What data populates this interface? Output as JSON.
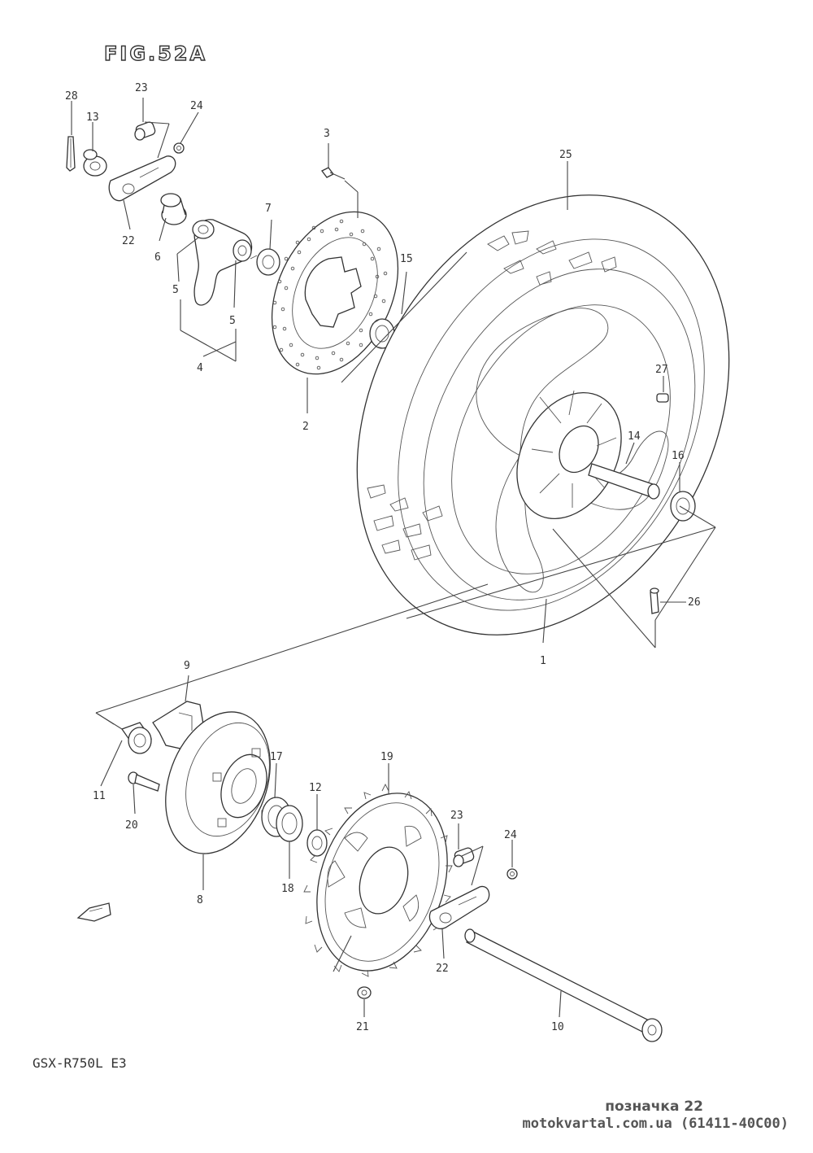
{
  "figure": {
    "title": "FIG.52A",
    "model_label": "GSX-R750L E3"
  },
  "footer": {
    "line1": "позначка 22",
    "line2": "motokvartal.com.ua (61411-40C00)"
  },
  "callouts": [
    {
      "id": "c28",
      "label": "28"
    },
    {
      "id": "c13",
      "label": "13"
    },
    {
      "id": "c23a",
      "label": "23"
    },
    {
      "id": "c24a",
      "label": "24"
    },
    {
      "id": "c22a",
      "label": "22"
    },
    {
      "id": "c6",
      "label": "6"
    },
    {
      "id": "c5a",
      "label": "5"
    },
    {
      "id": "c5b",
      "label": "5"
    },
    {
      "id": "c7",
      "label": "7"
    },
    {
      "id": "c4",
      "label": "4"
    },
    {
      "id": "c3",
      "label": "3"
    },
    {
      "id": "c15",
      "label": "15"
    },
    {
      "id": "c2",
      "label": "2"
    },
    {
      "id": "c25",
      "label": "25"
    },
    {
      "id": "c27",
      "label": "27"
    },
    {
      "id": "c14",
      "label": "14"
    },
    {
      "id": "c16",
      "label": "16"
    },
    {
      "id": "c26",
      "label": "26"
    },
    {
      "id": "c1",
      "label": "1"
    },
    {
      "id": "c9",
      "label": "9"
    },
    {
      "id": "c11",
      "label": "11"
    },
    {
      "id": "c20",
      "label": "20"
    },
    {
      "id": "c17",
      "label": "17"
    },
    {
      "id": "c12",
      "label": "12"
    },
    {
      "id": "c19",
      "label": "19"
    },
    {
      "id": "c18",
      "label": "18"
    },
    {
      "id": "c8",
      "label": "8"
    },
    {
      "id": "c23b",
      "label": "23"
    },
    {
      "id": "c24b",
      "label": "24"
    },
    {
      "id": "c22b",
      "label": "22"
    },
    {
      "id": "c21",
      "label": "21"
    },
    {
      "id": "c10",
      "label": "10"
    }
  ]
}
